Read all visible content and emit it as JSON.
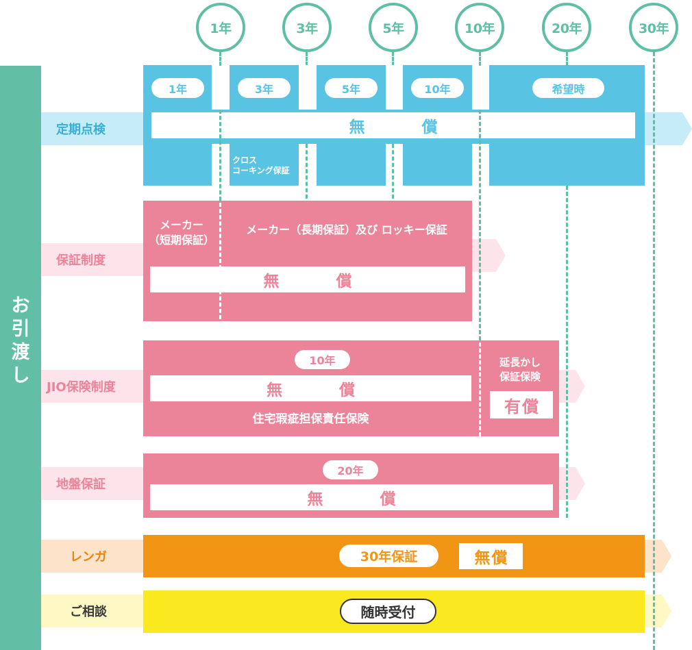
{
  "header_years": [
    "1年",
    "3年",
    "5年",
    "10年",
    "20年",
    "30年"
  ],
  "sidebar_label": "お引渡し",
  "rows": {
    "inspection": {
      "label": "定期点検",
      "pills": [
        "1年",
        "3年",
        "5年",
        "10年",
        "希望時"
      ],
      "free": "無　償",
      "caulking_note": "クロス\nコーキング保証"
    },
    "warranty": {
      "label": "保証制度",
      "maker_short": "メーカー\n（短期保証）",
      "maker_long": "メーカー（長期保証）及び ロッキー保証",
      "free": "無　償"
    },
    "jio": {
      "label": "JIO保険制度",
      "pill": "10年",
      "free": "無　償",
      "sub": "住宅瑕疵担保責任保険",
      "extension": "延長かし\n保証保険",
      "paid": "有償"
    },
    "ground": {
      "label": "地盤保証",
      "pill": "20年",
      "free": "無　償"
    },
    "brick": {
      "label": "レンガ",
      "pill": "30年保証",
      "free": "無償"
    },
    "consult": {
      "label": "ご相談",
      "pill": "随時受付"
    }
  },
  "colors": {
    "green": "#62bfa5",
    "blue": "#58c3e2",
    "pink": "#ec8499",
    "orange": "#f29515",
    "yellow": "#fbe91f"
  }
}
